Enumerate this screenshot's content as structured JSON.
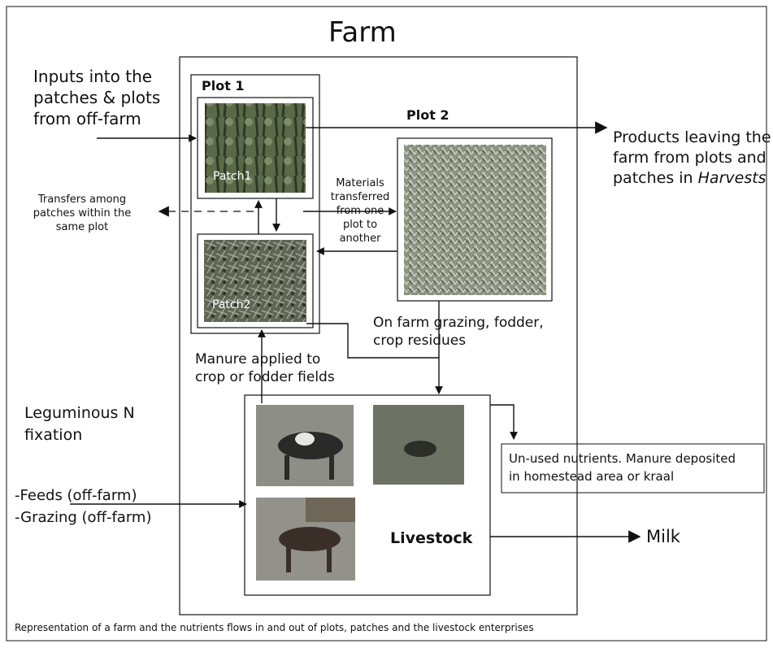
{
  "title": "Farm",
  "plots": {
    "plot1": "Plot 1",
    "plot2": "Plot 2",
    "patch1": "Patch1",
    "patch2": "Patch2"
  },
  "livestock": "Livestock",
  "labels": {
    "inputs": "Inputs into the\npatches & plots\nfrom off-farm",
    "products_prefix": "Products leaving the\nfarm from plots and\npatches in ",
    "products_italic": "Harvests",
    "transfers_patches": "Transfers among\npatches within the\nsame plot",
    "materials_transferred": "Materials\ntransferred\nfrom one\nplot to\nanother",
    "on_farm_grazing": "On farm grazing, fodder,\ncrop residues",
    "manure_applied": "Manure applied to\ncrop or fodder fields",
    "leguminous": "Leguminous N\nfixation",
    "feeds": "-Feeds (off-farm)\n-Grazing (off-farm)",
    "unused": "Un-used nutrients. Manure deposited\nin homestead area or kraal",
    "milk": "Milk"
  },
  "caption": "Representation of a farm and the nutrients flows in and out of plots, patches and the livestock enterprises",
  "colors": {
    "line": "#111111",
    "photo_banana": "#4a5a3a",
    "photo_grass": "#9aa08a",
    "photo_patch2": "#5b6350",
    "photo_cow": "#8a8a82"
  }
}
